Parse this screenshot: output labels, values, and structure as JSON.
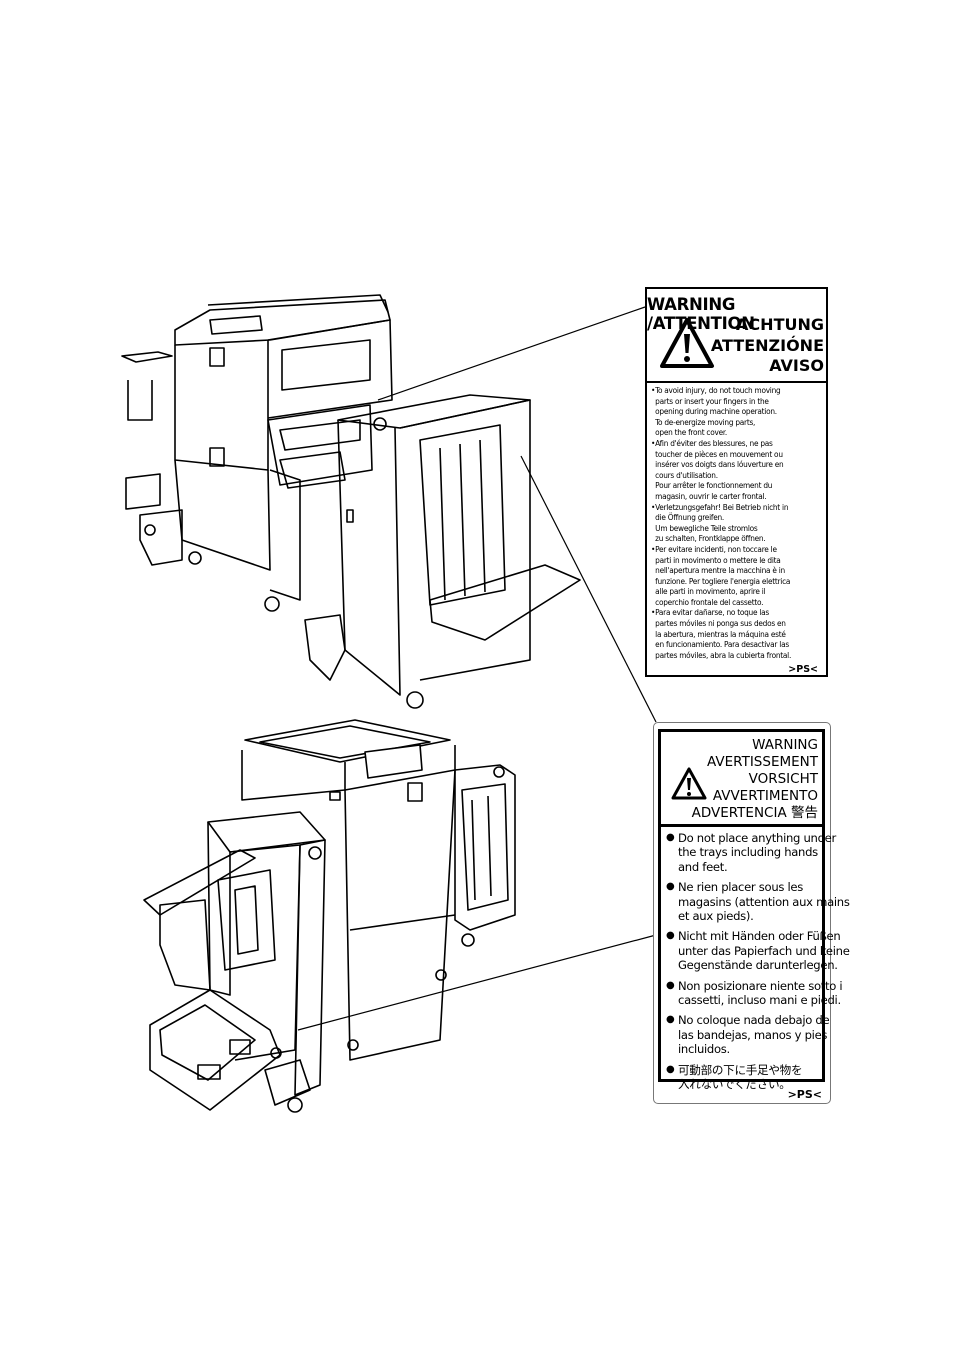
{
  "label_top": {
    "heading_1": "WARNING /ATTENTION",
    "heading_2": "ACHTUNG",
    "heading_3": "ATTENZIÓNE",
    "heading_4": "AVISO",
    "lines": [
      "•To avoid injury, do not touch moving",
      "  parts or insert your fingers in the",
      "  opening during machine operation.",
      "  To de-energize moving parts,",
      "  open the front cover.",
      "•Afin d'éviter des blessures, ne pas",
      "  toucher de pièces en mouvement ou",
      "  insérer vos doigts dans lóuverture en",
      "  cours d'utilisation.",
      "  Pour arrêter le fonctionnement du",
      "  magasin, ouvrir le carter frontal.",
      "•Verletzungsgefahr! Bei Betrieb nicht in",
      "  die Öffnung greifen.",
      "  Um bewegliche Teile stromlos",
      "  zu schalten, Frontklappe öffnen.",
      "•Per evitare incidenti, non toccare le",
      "  parti in movimento o mettere le dita",
      "  nell'apertura mentre la macchina è in",
      "  funzione. Per togliere l'energia elettrica",
      "  alle parti in movimento, aprire il",
      "  coperchio frontale del cassetto.",
      "•Para evitar dañarse, no toque las",
      "  partes móviles ni ponga sus dedos en",
      "  la abertura, mientras la máquina esté",
      "  en funcionamiento. Para desactivar las",
      "  partes móviles, abra la cubierta frontal."
    ],
    "ps": ">PS<"
  },
  "label_bottom": {
    "heading_1": "WARNING",
    "heading_2": "AVERTISSEMENT",
    "heading_3": "VORSICHT",
    "heading_4": "AVVERTIMENTO",
    "heading_5": "ADVERTENCIA 警告",
    "items": [
      "Do not place anything under\nthe trays including hands\nand feet.",
      "Ne rien placer sous les\nmagasins (attention aux mains\net aux pieds).",
      "Nicht mit Händen oder Füßen\nunter das Papierfach und keine\nGegenstände darunterlegen.",
      "Non posizionare niente sotto i\ncassetti, incluso mani e piedi.",
      "No coloque nada debajo de\nlas bandejas, manos y pies\nincluidos.",
      "可動部の下に手足や物を\n入れないでください。"
    ],
    "ps": ">PS<"
  }
}
